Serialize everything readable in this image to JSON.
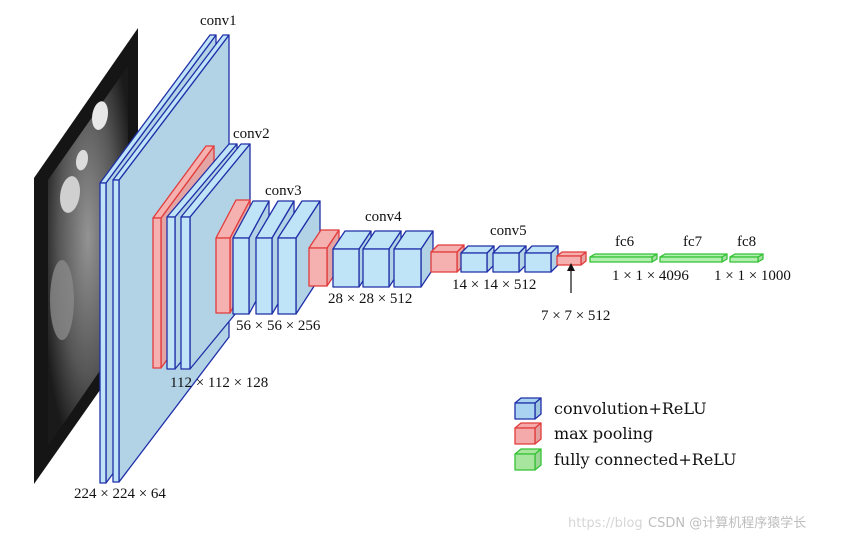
{
  "diagram": {
    "stage_labels": {
      "conv1": "conv1",
      "conv2": "conv2",
      "conv3": "conv3",
      "conv4": "conv4",
      "conv5": "conv5",
      "fc6": "fc6",
      "fc7": "fc7",
      "fc8": "fc8"
    },
    "dimension_labels": {
      "conv1": "224 × 224 × 64",
      "conv2": "112 × 112 × 128",
      "conv3": "56 × 56 × 256",
      "conv4": "28 × 28 × 512",
      "conv5": "14 × 14 × 512",
      "pool5": "7 × 7 × 512",
      "fc6_fc7": "1 × 1 × 4096",
      "fc8": "1 × 1 × 1000"
    }
  },
  "legend": [
    {
      "key": "conv",
      "label": "convolution+ReLU",
      "color": "#a9d3f0"
    },
    {
      "key": "pool",
      "label": "max pooling",
      "color": "#f4aaaa"
    },
    {
      "key": "fc",
      "label": "fully connected+ReLU",
      "color": "#a8e6a0"
    }
  ],
  "colors": {
    "conv_fill": "#bfe3f7",
    "conv_stroke": "#1f2fa8",
    "pool_fill": "#f5b0b0",
    "pool_stroke": "#e23b3b",
    "fc_fill": "#b3efb0",
    "fc_stroke": "#35c235"
  },
  "watermark": {
    "faint": "https://blog",
    "main": "CSDN @计算机程序猿学长"
  }
}
